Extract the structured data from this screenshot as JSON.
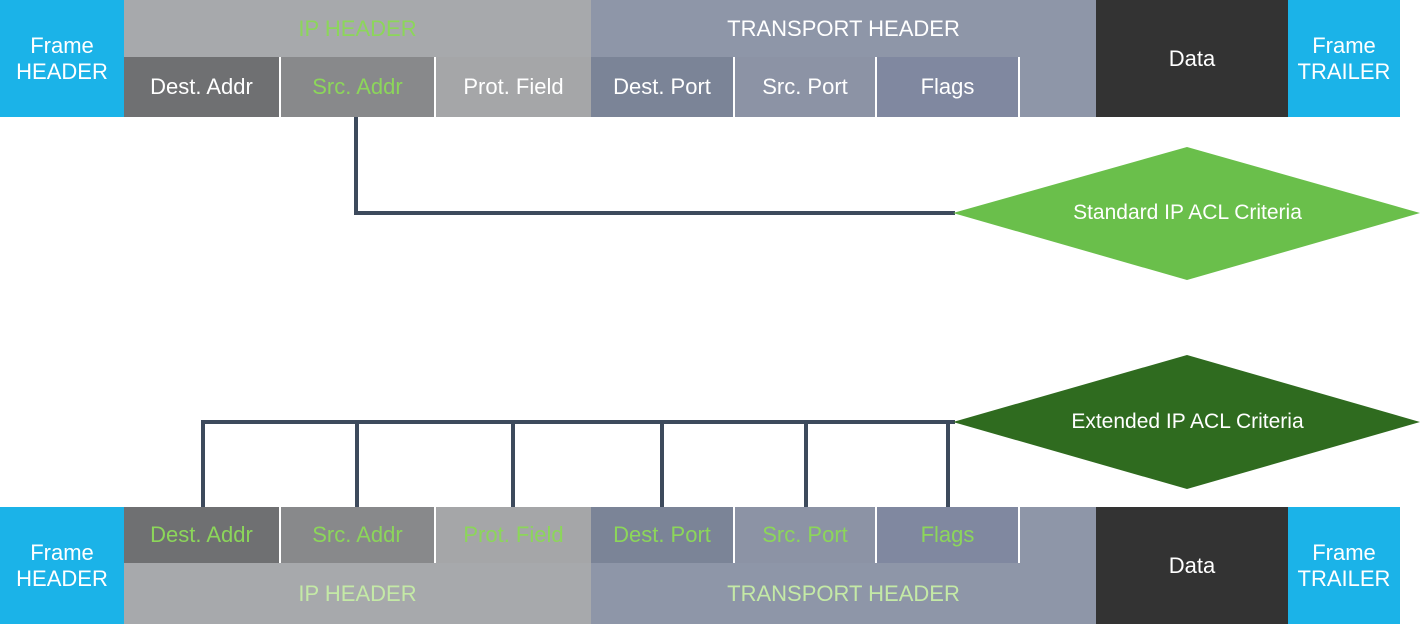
{
  "top_packet": {
    "frame_header": [
      "Frame",
      "HEADER"
    ],
    "ip_header": "IP HEADER",
    "transport_header": "TRANSPORT HEADER",
    "data": "Data",
    "frame_trailer": [
      "Frame",
      "TRAILER"
    ],
    "fields": {
      "dest_addr": "Dest. Addr",
      "src_addr": "Src. Addr",
      "prot_field": "Prot. Field",
      "dest_port": "Dest. Port",
      "src_port": "Src. Port",
      "flags": "Flags"
    }
  },
  "standard_criteria": "Standard IP ACL Criteria",
  "extended_criteria": "Extended IP ACL Criteria",
  "bottom_packet": {
    "frame_header": [
      "Frame",
      "HEADER"
    ],
    "ip_header": "IP HEADER",
    "transport_header": "TRANSPORT HEADER",
    "data": "Data",
    "frame_trailer": [
      "Frame",
      "TRAILER"
    ],
    "fields": {
      "dest_addr": "Dest. Addr",
      "src_addr": "Src. Addr",
      "prot_field": "Prot. Field",
      "dest_port": "Dest. Port",
      "src_port": "Src. Port",
      "flags": "Flags"
    }
  },
  "colors": {
    "frame": "#1bb3e8",
    "data": "#333333",
    "standard_diamond": "#6abf4b",
    "extended_diamond": "#2f6b1f",
    "connector": "#3d4a5c",
    "highlight_text": "#8cd65a"
  }
}
